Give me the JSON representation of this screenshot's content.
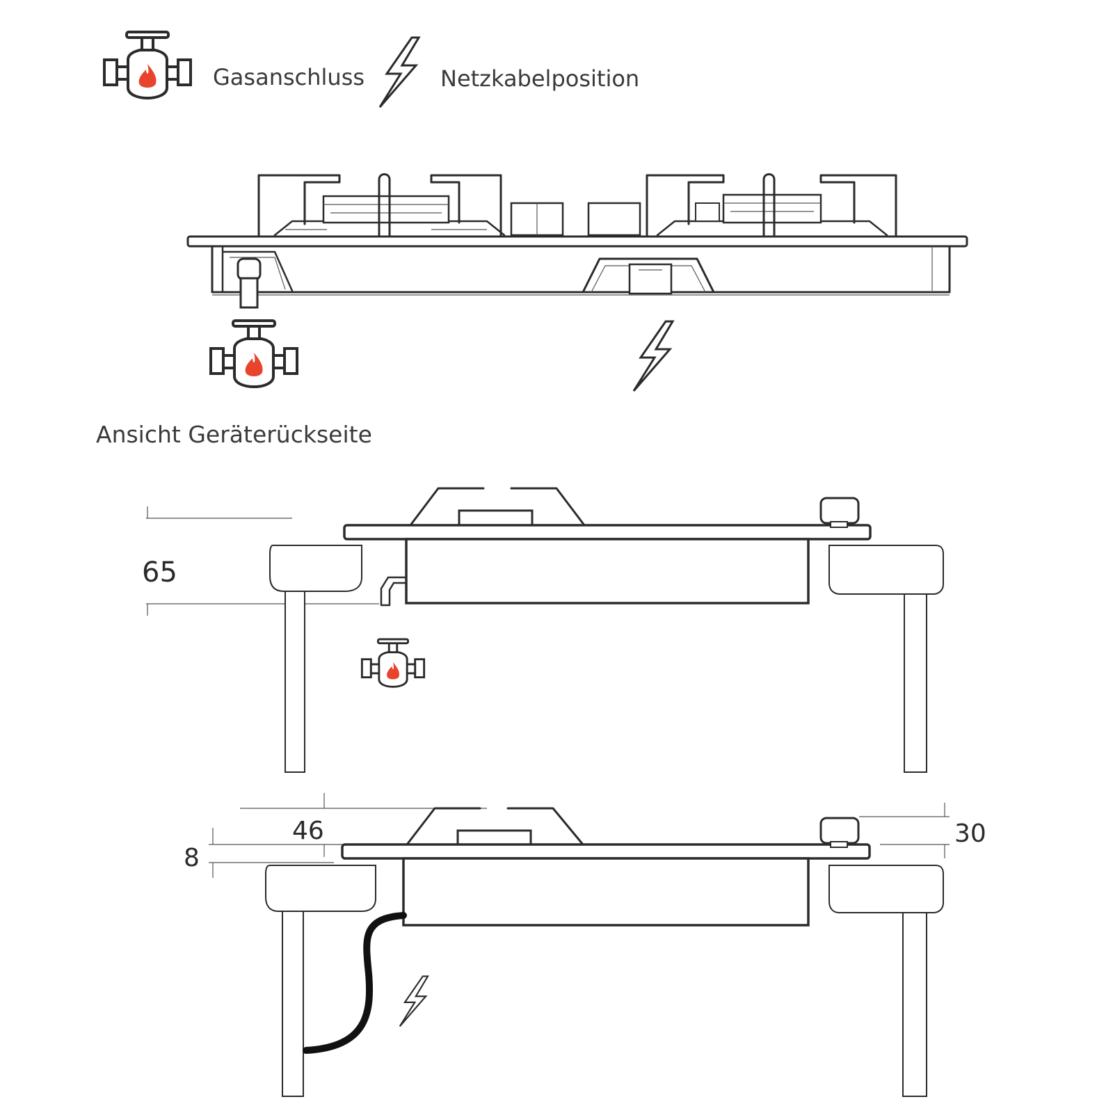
{
  "legend": {
    "gas_label": "Gasanschluss",
    "power_label": "Netzkabelposition",
    "gas_icon": "gas-valve-icon",
    "power_icon": "lightning-icon"
  },
  "rear_view": {
    "caption": "Ansicht Geräterückseite"
  },
  "side_view_gas": {
    "height_dim": "65"
  },
  "side_view_power": {
    "dim_top": "46",
    "dim_glass": "8",
    "dim_knob": "30"
  },
  "colors": {
    "line": "#2b2b2b",
    "flame": "#e8432d",
    "cable": "#111111"
  }
}
